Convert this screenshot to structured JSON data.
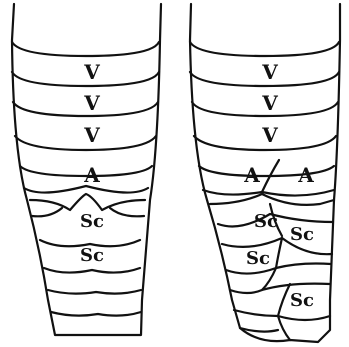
{
  "diagram": {
    "panels": [
      {
        "name": "left",
        "labels": {
          "v1": "V",
          "v2": "V",
          "v3": "V",
          "a1": "A",
          "sc1": "Sc",
          "sc2": "Sc"
        }
      },
      {
        "name": "right",
        "labels": {
          "v1": "V",
          "v2": "V",
          "v3": "V",
          "a1": "A",
          "a2": "A",
          "sc1": "Sc",
          "sc2": "Sc",
          "sc3": "Sc",
          "sc4": "Sc"
        }
      }
    ],
    "colors": {
      "stroke": "#111111",
      "background": "#ffffff"
    }
  }
}
